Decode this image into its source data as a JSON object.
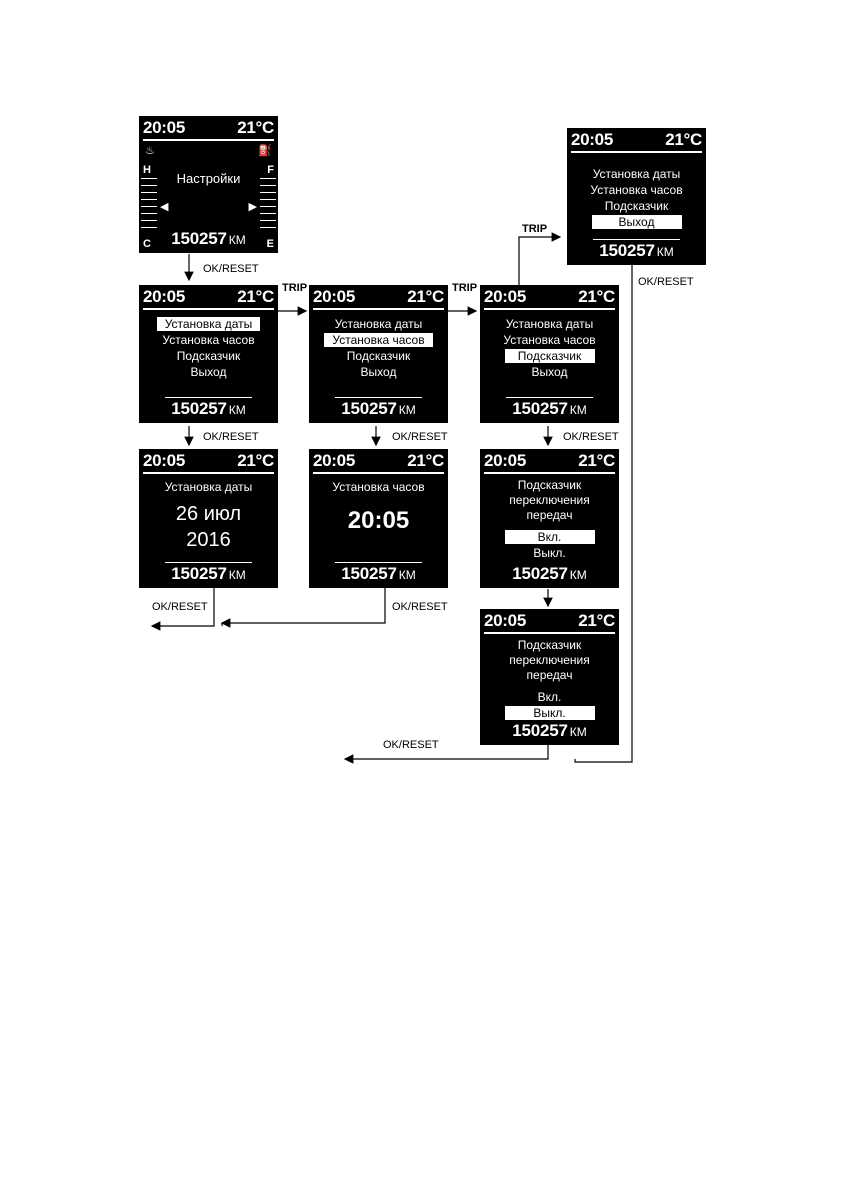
{
  "display": {
    "time": "20:05",
    "temp": "21°C",
    "odometer": "150257",
    "unit": "КМ"
  },
  "labels": {
    "ok_reset": "OK/RESET",
    "trip": "TRIP"
  },
  "main_screen": {
    "title": "Настройки",
    "gauge_h": "H",
    "gauge_c": "C",
    "gauge_f": "F",
    "gauge_e": "E"
  },
  "menu": {
    "set_date": "Установка даты",
    "set_clock": "Установка часов",
    "hint": "Подсказчик",
    "exit": "Выход"
  },
  "date_screen": {
    "title": "Установка даты",
    "day_month": "26 июл",
    "year": "2016"
  },
  "clock_screen": {
    "title": "Установка часов",
    "time": "20:05"
  },
  "hint_screen": {
    "line1": "Подсказчик",
    "line2": "переключения",
    "line3": "передач",
    "on": "Вкл.",
    "off": "Выкл."
  }
}
